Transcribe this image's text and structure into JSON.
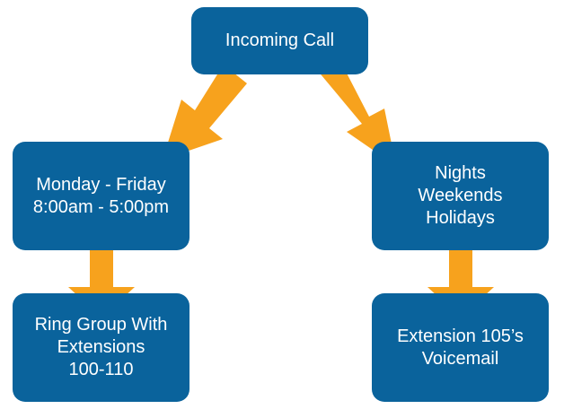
{
  "colors": {
    "box_fill": "#0a639c",
    "box_text": "#ffffff",
    "arrow": "#f7a21d",
    "background": "#ffffff"
  },
  "nodes": {
    "incoming_call": {
      "lines": [
        "Incoming Call"
      ]
    },
    "weekday_hours": {
      "lines": [
        "Monday - Friday",
        "8:00am - 5:00pm"
      ]
    },
    "after_hours": {
      "lines": [
        "Nights",
        "Weekends",
        "Holidays"
      ]
    },
    "ring_group": {
      "lines": [
        "Ring Group With",
        "Extensions",
        "100-110"
      ]
    },
    "voicemail": {
      "lines": [
        "Extension 105’s",
        "Voicemail"
      ]
    }
  },
  "edges": [
    {
      "from": "incoming_call",
      "to": "weekday_hours"
    },
    {
      "from": "incoming_call",
      "to": "after_hours"
    },
    {
      "from": "weekday_hours",
      "to": "ring_group"
    },
    {
      "from": "after_hours",
      "to": "voicemail"
    }
  ]
}
